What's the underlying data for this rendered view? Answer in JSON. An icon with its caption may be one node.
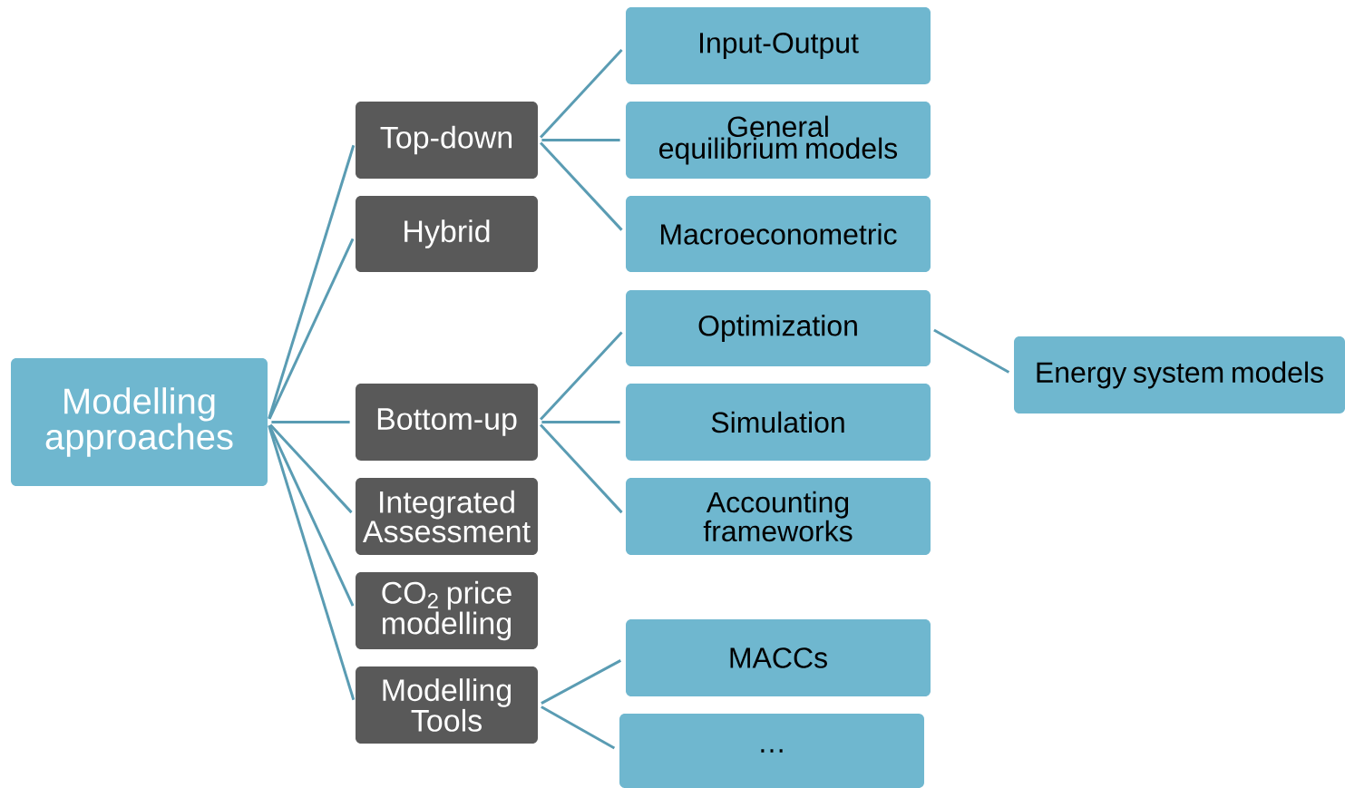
{
  "diagram": {
    "nodes": [
      {
        "text": [
          "Modelling approaches"
        ]
      },
      {
        "text": [
          "Top-down"
        ]
      },
      {
        "text": [
          "Hybrid"
        ]
      },
      {
        "text": [
          "Bottom-up"
        ]
      },
      {
        "text": [
          "Integrated Assessment"
        ]
      },
      {
        "text": [
          "CO$_{2}$ price modelling"
        ]
      },
      {
        "text": [
          "Modelling Tools"
        ]
      },
      {
        "text": [
          "Input-Output"
        ]
      },
      {
        "text": [
          "General equilibrium models"
        ]
      },
      {
        "text": [
          "Macroeconometric"
        ]
      },
      {
        "text": [
          "Optimization"
        ]
      },
      {
        "text": [
          "Simulation"
        ]
      },
      {
        "text": [
          "Accounting frameworks"
        ]
      },
      {
        "text": [
          "Energy system models"
        ]
      },
      {
        "text": [
          "MACCs"
        ]
      },
      {
        "text": [
          "…"
        ]
      }
    ],
    "edges": [
      {
        "from": 0,
        "to": 1,
        "arrow": "none"
      },
      {
        "from": 0,
        "to": 2,
        "arrow": "none"
      },
      {
        "from": 0,
        "to": 3,
        "arrow": "none"
      },
      {
        "from": 0,
        "to": 4,
        "arrow": "none"
      },
      {
        "from": 0,
        "to": 5,
        "arrow": "none"
      },
      {
        "from": 0,
        "to": 6,
        "arrow": "none"
      },
      {
        "from": 1,
        "to": 7,
        "arrow": "none"
      },
      {
        "from": 1,
        "to": 8,
        "arrow": "none"
      },
      {
        "from": 1,
        "to": 9,
        "arrow": "none"
      },
      {
        "from": 3,
        "to": 10,
        "arrow": "none"
      },
      {
        "from": 3,
        "to": 11,
        "arrow": "none"
      },
      {
        "from": 3,
        "to": 12,
        "arrow": "none"
      },
      {
        "from": 10,
        "to": 13,
        "arrow": "none"
      },
      {
        "from": 6,
        "to": 14,
        "arrow": "none"
      },
      {
        "from": 6,
        "to": 15,
        "arrow": "none"
      }
    ]
  }
}
